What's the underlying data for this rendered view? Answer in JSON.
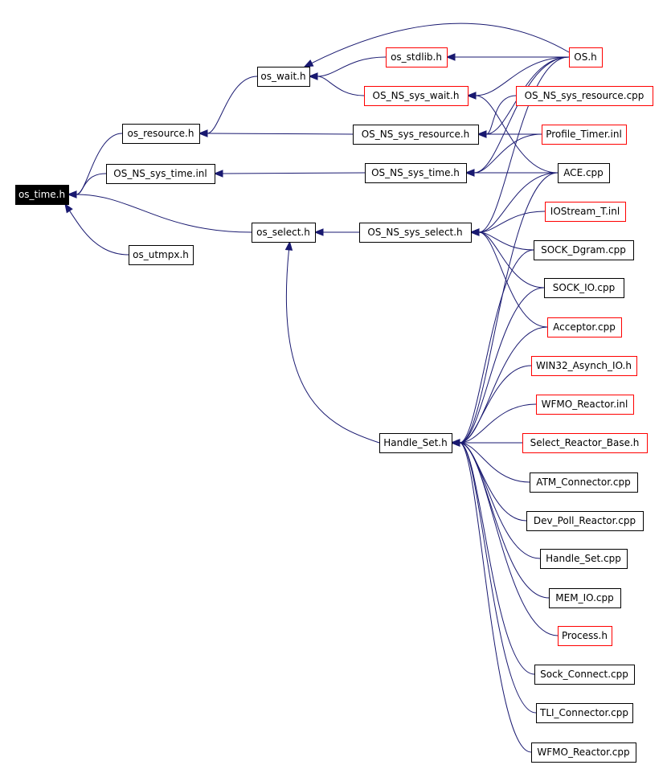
{
  "theme": {
    "edge_color": "#191970",
    "border_normal": "#000000",
    "border_linked": "#ff0000",
    "fill_focus": "#000000",
    "text_focus": "#ffffff",
    "text_normal": "#000000"
  },
  "nodes": [
    {
      "id": "os_time_h",
      "label": "os_time.h",
      "style": "focus"
    },
    {
      "id": "os_resource_h",
      "label": "os_resource.h",
      "style": "normal"
    },
    {
      "id": "os_ns_sys_time_inl",
      "label": "OS_NS_sys_time.inl",
      "style": "normal"
    },
    {
      "id": "os_select_h",
      "label": "os_select.h",
      "style": "normal"
    },
    {
      "id": "os_utmpx_h",
      "label": "os_utmpx.h",
      "style": "normal"
    },
    {
      "id": "os_wait_h",
      "label": "os_wait.h",
      "style": "normal"
    },
    {
      "id": "os_stdlib_h",
      "label": "os_stdlib.h",
      "style": "linked"
    },
    {
      "id": "os_ns_sys_wait_h",
      "label": "OS_NS_sys_wait.h",
      "style": "linked"
    },
    {
      "id": "os_ns_sys_resource_h",
      "label": "OS_NS_sys_resource.h",
      "style": "normal"
    },
    {
      "id": "os_ns_sys_time_h",
      "label": "OS_NS_sys_time.h",
      "style": "normal"
    },
    {
      "id": "os_ns_sys_select_h",
      "label": "OS_NS_sys_select.h",
      "style": "normal"
    },
    {
      "id": "handle_set_h",
      "label": "Handle_Set.h",
      "style": "normal"
    },
    {
      "id": "os_h",
      "label": "OS.h",
      "style": "linked"
    },
    {
      "id": "os_ns_sys_resource_cpp",
      "label": "OS_NS_sys_resource.cpp",
      "style": "linked"
    },
    {
      "id": "profile_timer_inl",
      "label": "Profile_Timer.inl",
      "style": "linked"
    },
    {
      "id": "ace_cpp",
      "label": "ACE.cpp",
      "style": "normal"
    },
    {
      "id": "iostream_t_inl",
      "label": "IOStream_T.inl",
      "style": "linked"
    },
    {
      "id": "sock_dgram_cpp",
      "label": "SOCK_Dgram.cpp",
      "style": "normal"
    },
    {
      "id": "sock_io_cpp",
      "label": "SOCK_IO.cpp",
      "style": "normal"
    },
    {
      "id": "acceptor_cpp",
      "label": "Acceptor.cpp",
      "style": "linked"
    },
    {
      "id": "win32_asynch_io_h",
      "label": "WIN32_Asynch_IO.h",
      "style": "linked"
    },
    {
      "id": "wfmo_reactor_inl",
      "label": "WFMO_Reactor.inl",
      "style": "linked"
    },
    {
      "id": "select_reactor_base_h",
      "label": "Select_Reactor_Base.h",
      "style": "linked"
    },
    {
      "id": "atm_connector_cpp",
      "label": "ATM_Connector.cpp",
      "style": "normal"
    },
    {
      "id": "dev_poll_reactor_cpp",
      "label": "Dev_Poll_Reactor.cpp",
      "style": "normal"
    },
    {
      "id": "handle_set_cpp",
      "label": "Handle_Set.cpp",
      "style": "normal"
    },
    {
      "id": "mem_io_cpp",
      "label": "MEM_IO.cpp",
      "style": "normal"
    },
    {
      "id": "process_h",
      "label": "Process.h",
      "style": "linked"
    },
    {
      "id": "sock_connect_cpp",
      "label": "Sock_Connect.cpp",
      "style": "normal"
    },
    {
      "id": "tli_connector_cpp",
      "label": "TLI_Connector.cpp",
      "style": "normal"
    },
    {
      "id": "wfmo_reactor_cpp",
      "label": "WFMO_Reactor.cpp",
      "style": "normal"
    }
  ],
  "edges": [
    {
      "from": "os_resource_h",
      "to": "os_time_h"
    },
    {
      "from": "os_ns_sys_time_inl",
      "to": "os_time_h"
    },
    {
      "from": "os_select_h",
      "to": "os_time_h"
    },
    {
      "from": "os_utmpx_h",
      "to": "os_time_h"
    },
    {
      "from": "os_wait_h",
      "to": "os_resource_h"
    },
    {
      "from": "os_ns_sys_resource_h",
      "to": "os_resource_h"
    },
    {
      "from": "os_ns_sys_time_h",
      "to": "os_ns_sys_time_inl"
    },
    {
      "from": "os_ns_sys_select_h",
      "to": "os_select_h"
    },
    {
      "from": "handle_set_h",
      "to": "os_select_h"
    },
    {
      "from": "os_stdlib_h",
      "to": "os_wait_h"
    },
    {
      "from": "os_ns_sys_wait_h",
      "to": "os_wait_h"
    },
    {
      "from": "os_h",
      "to": "os_wait_h"
    },
    {
      "from": "os_h",
      "to": "os_stdlib_h"
    },
    {
      "from": "os_h",
      "to": "os_ns_sys_wait_h"
    },
    {
      "from": "os_h",
      "to": "os_ns_sys_resource_h"
    },
    {
      "from": "os_h",
      "to": "os_ns_sys_time_h"
    },
    {
      "from": "os_h",
      "to": "os_ns_sys_select_h"
    },
    {
      "from": "os_ns_sys_resource_cpp",
      "to": "os_ns_sys_resource_h"
    },
    {
      "from": "profile_timer_inl",
      "to": "os_ns_sys_resource_h"
    },
    {
      "from": "profile_timer_inl",
      "to": "os_ns_sys_time_h"
    },
    {
      "from": "ace_cpp",
      "to": "os_ns_sys_wait_h"
    },
    {
      "from": "ace_cpp",
      "to": "os_ns_sys_time_h"
    },
    {
      "from": "ace_cpp",
      "to": "os_ns_sys_select_h"
    },
    {
      "from": "ace_cpp",
      "to": "handle_set_h"
    },
    {
      "from": "iostream_t_inl",
      "to": "os_ns_sys_select_h"
    },
    {
      "from": "sock_dgram_cpp",
      "to": "os_ns_sys_select_h"
    },
    {
      "from": "sock_dgram_cpp",
      "to": "handle_set_h"
    },
    {
      "from": "sock_io_cpp",
      "to": "os_ns_sys_select_h"
    },
    {
      "from": "sock_io_cpp",
      "to": "handle_set_h"
    },
    {
      "from": "acceptor_cpp",
      "to": "os_ns_sys_select_h"
    },
    {
      "from": "acceptor_cpp",
      "to": "handle_set_h"
    },
    {
      "from": "win32_asynch_io_h",
      "to": "handle_set_h"
    },
    {
      "from": "wfmo_reactor_inl",
      "to": "handle_set_h"
    },
    {
      "from": "select_reactor_base_h",
      "to": "handle_set_h"
    },
    {
      "from": "atm_connector_cpp",
      "to": "handle_set_h"
    },
    {
      "from": "dev_poll_reactor_cpp",
      "to": "handle_set_h"
    },
    {
      "from": "handle_set_cpp",
      "to": "handle_set_h"
    },
    {
      "from": "mem_io_cpp",
      "to": "handle_set_h"
    },
    {
      "from": "process_h",
      "to": "handle_set_h"
    },
    {
      "from": "sock_connect_cpp",
      "to": "handle_set_h"
    },
    {
      "from": "tli_connector_cpp",
      "to": "handle_set_h"
    },
    {
      "from": "wfmo_reactor_cpp",
      "to": "handle_set_h"
    }
  ]
}
